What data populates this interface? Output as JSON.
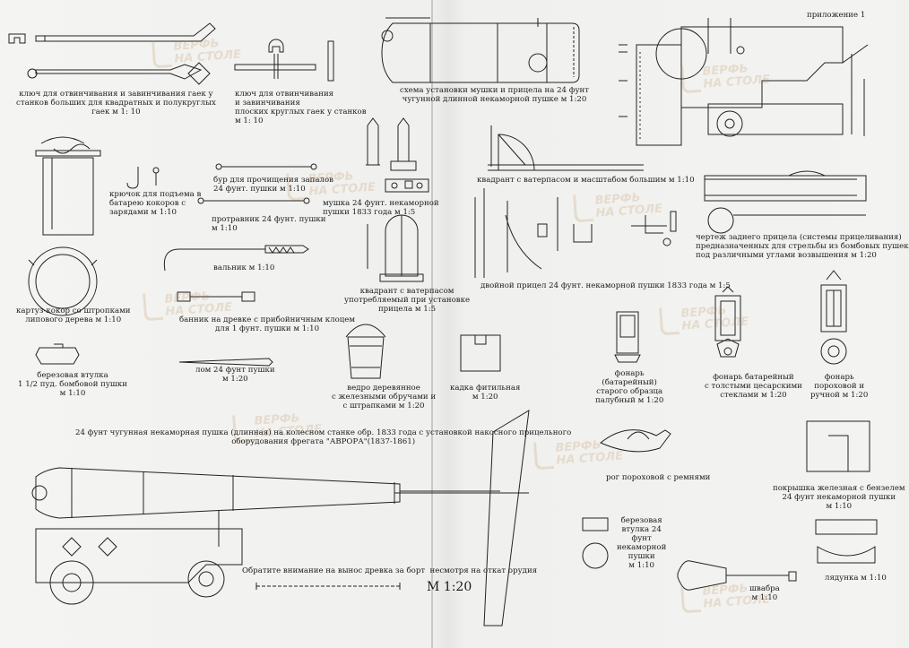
{
  "appendix": "приложение 1",
  "labels": {
    "wrench_large": "ключ для отвинчивания и завинчивания гаек у\nстанков больших для квадратных и полукруглых\nгаек м 1: 10",
    "wrench_round": "ключ для отвинчивания\nи завинчивания\nплоских круглых гаек у станков\nм 1: 10",
    "sight_scheme": "схема установки мушки и прицела на 24 фунт\nчугунной длинной некаморной пушке м 1:20",
    "hook": "крючок для подъема в\nбатарею кокоров с\nзарядами м 1:10",
    "drill": "бур для прочищения запалов\n24 фунт. пушки м 1:10",
    "vent_pick": "протравник 24 фунт. пушки\nм 1:10",
    "front_sight": "мушка 24 фунт. некаморной\nпушки 1833 года м 1:5",
    "quadrant_large": "квадрант с ватерпасом и масштабом большим м 1:10",
    "rear_sight_drawing": "чертеж заднего прицела (системы прицеливания)\nпредназначенных для стрельбы из бомбовых пушек\nпод различными углами возвышения м 1:20",
    "cartridge_box": "картуз-кокор со штропками\nлипового дерева м 1:10",
    "worm": "вальник м 1:10",
    "quadrant_small": "квадрант с ватерпасом\nупотребляемый при установке\nприцела м 1:5",
    "double_sight": "двойной прицел 24 фунт. некаморной пушки 1833 года м 1:5",
    "rammer": "банник на древке с прибойничным клоцем\nдля 1 фунт. пушки м 1:10",
    "wad_birch": "березовая втулка\n1 1/2 пуд. бомбовой пушки\nм 1:10",
    "crowbar": "лом 24 фунт пушки\nм 1:20",
    "bucket": "ведро деревянное\nс железными обручами и\nс штрапками м 1:20",
    "match_tub": "кадка фитильная\nм 1:20",
    "lantern_old": "фонарь\n(батарейный)\nстарого образца\nпалубный м 1:20",
    "lantern_battery": "фонарь батарейный\nс толстыми цесарскими\nстеклами м 1:20",
    "lantern_powder": "фонарь\nпороховой и\nручной м 1:20",
    "gun_title": "24 фунт чугунная некаморная пушка (длинная) на колесном станке обр. 1833 года с установкой накосного прицельного\nоборудования фрегата \"АВРОРА\"(1837-1861)",
    "powder_horn": "рог пороховой с ремнями",
    "iron_cover": "покрышка железная с бензелем\n24 фунт некаморной пушки\nм 1:10",
    "wad_birch_24": "березовая\nвтулка 24\nфунт\nнекаморной\nпушки\nм 1:10",
    "note": "Обратите внимание на вынос древка за борт  несмотря на откат орудия",
    "scale_main": "М 1:20",
    "swab": "швабра\nм 1:10",
    "ladle": "лядунка м 1:10"
  },
  "watermark": {
    "line1": "ВЕРФЬ",
    "line2": "НА СТОЛЕ"
  }
}
